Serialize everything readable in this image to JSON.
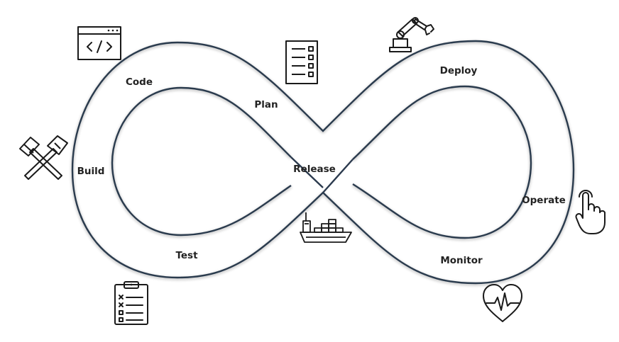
{
  "diagram": {
    "type": "devops-infinity-loop",
    "stages": {
      "code": "Code",
      "plan": "Plan",
      "build": "Build",
      "test": "Test",
      "release": "Release",
      "deploy": "Deploy",
      "operate": "Operate",
      "monitor": "Monitor"
    },
    "icons": {
      "code": "code-window-icon",
      "plan": "checklist-document-icon",
      "build": "hammers-icon",
      "test": "clipboard-checklist-icon",
      "release": "cargo-ship-icon",
      "deploy": "robot-arm-icon",
      "operate": "touch-hand-icon",
      "monitor": "heart-pulse-icon"
    },
    "colors": {
      "loop_stroke": "#2b3a4e",
      "icon_stroke": "#1a1a1a",
      "label_text": "#222222",
      "background": "#ffffff"
    }
  }
}
